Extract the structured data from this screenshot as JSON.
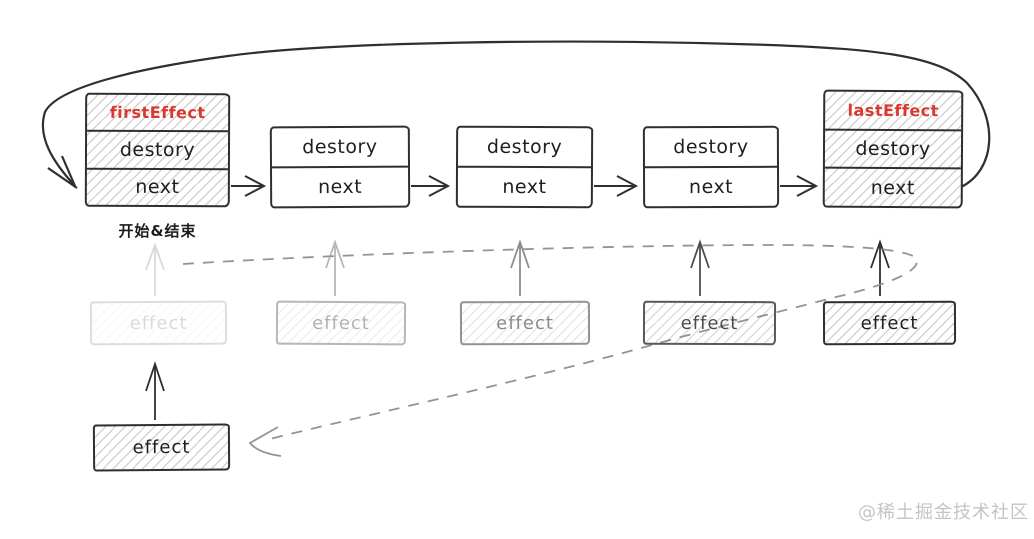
{
  "diagram": {
    "effect_list_nodes": [
      {
        "header": "firstEffect",
        "destroy": "destory",
        "next": "next"
      },
      {
        "destroy": "destory",
        "next": "next"
      },
      {
        "destroy": "destory",
        "next": "next"
      },
      {
        "destroy": "destory",
        "next": "next"
      },
      {
        "header": "lastEffect",
        "destroy": "destory",
        "next": "next"
      }
    ],
    "caption_start_end": "开始&结束",
    "pending_effects": [
      "effect",
      "effect",
      "effect",
      "effect",
      "effect"
    ],
    "new_effect_label": "effect",
    "watermark": "@稀土掘金技术社区",
    "colors": {
      "highlight_red": "#d93a30",
      "stroke_dark": "#2f2f2f",
      "dashed_gray": "#949494",
      "watermark_gray": "#c4c4c4"
    }
  }
}
